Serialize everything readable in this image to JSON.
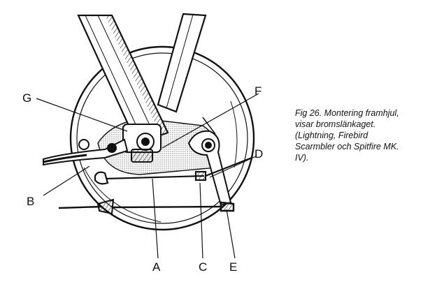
{
  "caption": {
    "lines": [
      "Fig 26. Montering framhjul,",
      "visar bromslänkaget.",
      "(Lightning, Firebird",
      "Scarmbler och Spitfire MK.",
      "IV)."
    ]
  },
  "labels": {
    "a": "A",
    "b": "B",
    "c": "C",
    "d": "D",
    "e": "E",
    "f": "F",
    "g": "G"
  },
  "colors": {
    "ink": "#111111",
    "paper": "#ffffff",
    "shade": "#2a2a2a"
  }
}
